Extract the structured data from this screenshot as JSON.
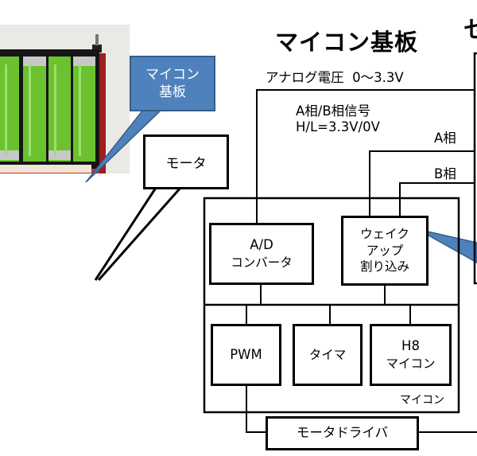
{
  "diagram": {
    "title": "マイコン基板",
    "title_partial_right": "セ",
    "analog_voltage_label": "アナログ電圧  0〜3.3V",
    "phase_signal_label_line1": "A相/B相信号",
    "phase_signal_label_line2": "H/L=3.3V/0V",
    "phase_a_label": "A相",
    "phase_b_label": "B相",
    "microcontroller_label": "マイコン",
    "blocks": {
      "ad_converter": {
        "line1": "A/D",
        "line2": "コンバータ"
      },
      "wakeup_interrupt": {
        "line1": "ウェイク",
        "line2": "アップ",
        "line3": "割り込み"
      },
      "pwm": {
        "line1": "PWM"
      },
      "timer": {
        "line1": "タイマ"
      },
      "h8_mcu": {
        "line1": "H8",
        "line2": "マイコン"
      },
      "motor_driver": {
        "line1": "モータドライバ"
      }
    }
  },
  "photo": {
    "callout_board": {
      "line1": "マイコン",
      "line2": "基板"
    },
    "callout_motor": {
      "line1": "モータ"
    }
  },
  "colors": {
    "callout_blue": "#4f81bd",
    "callout_blue_border": "#385d8a",
    "chassis_red": "#c8302c",
    "battery_green": "#6cc22e"
  }
}
